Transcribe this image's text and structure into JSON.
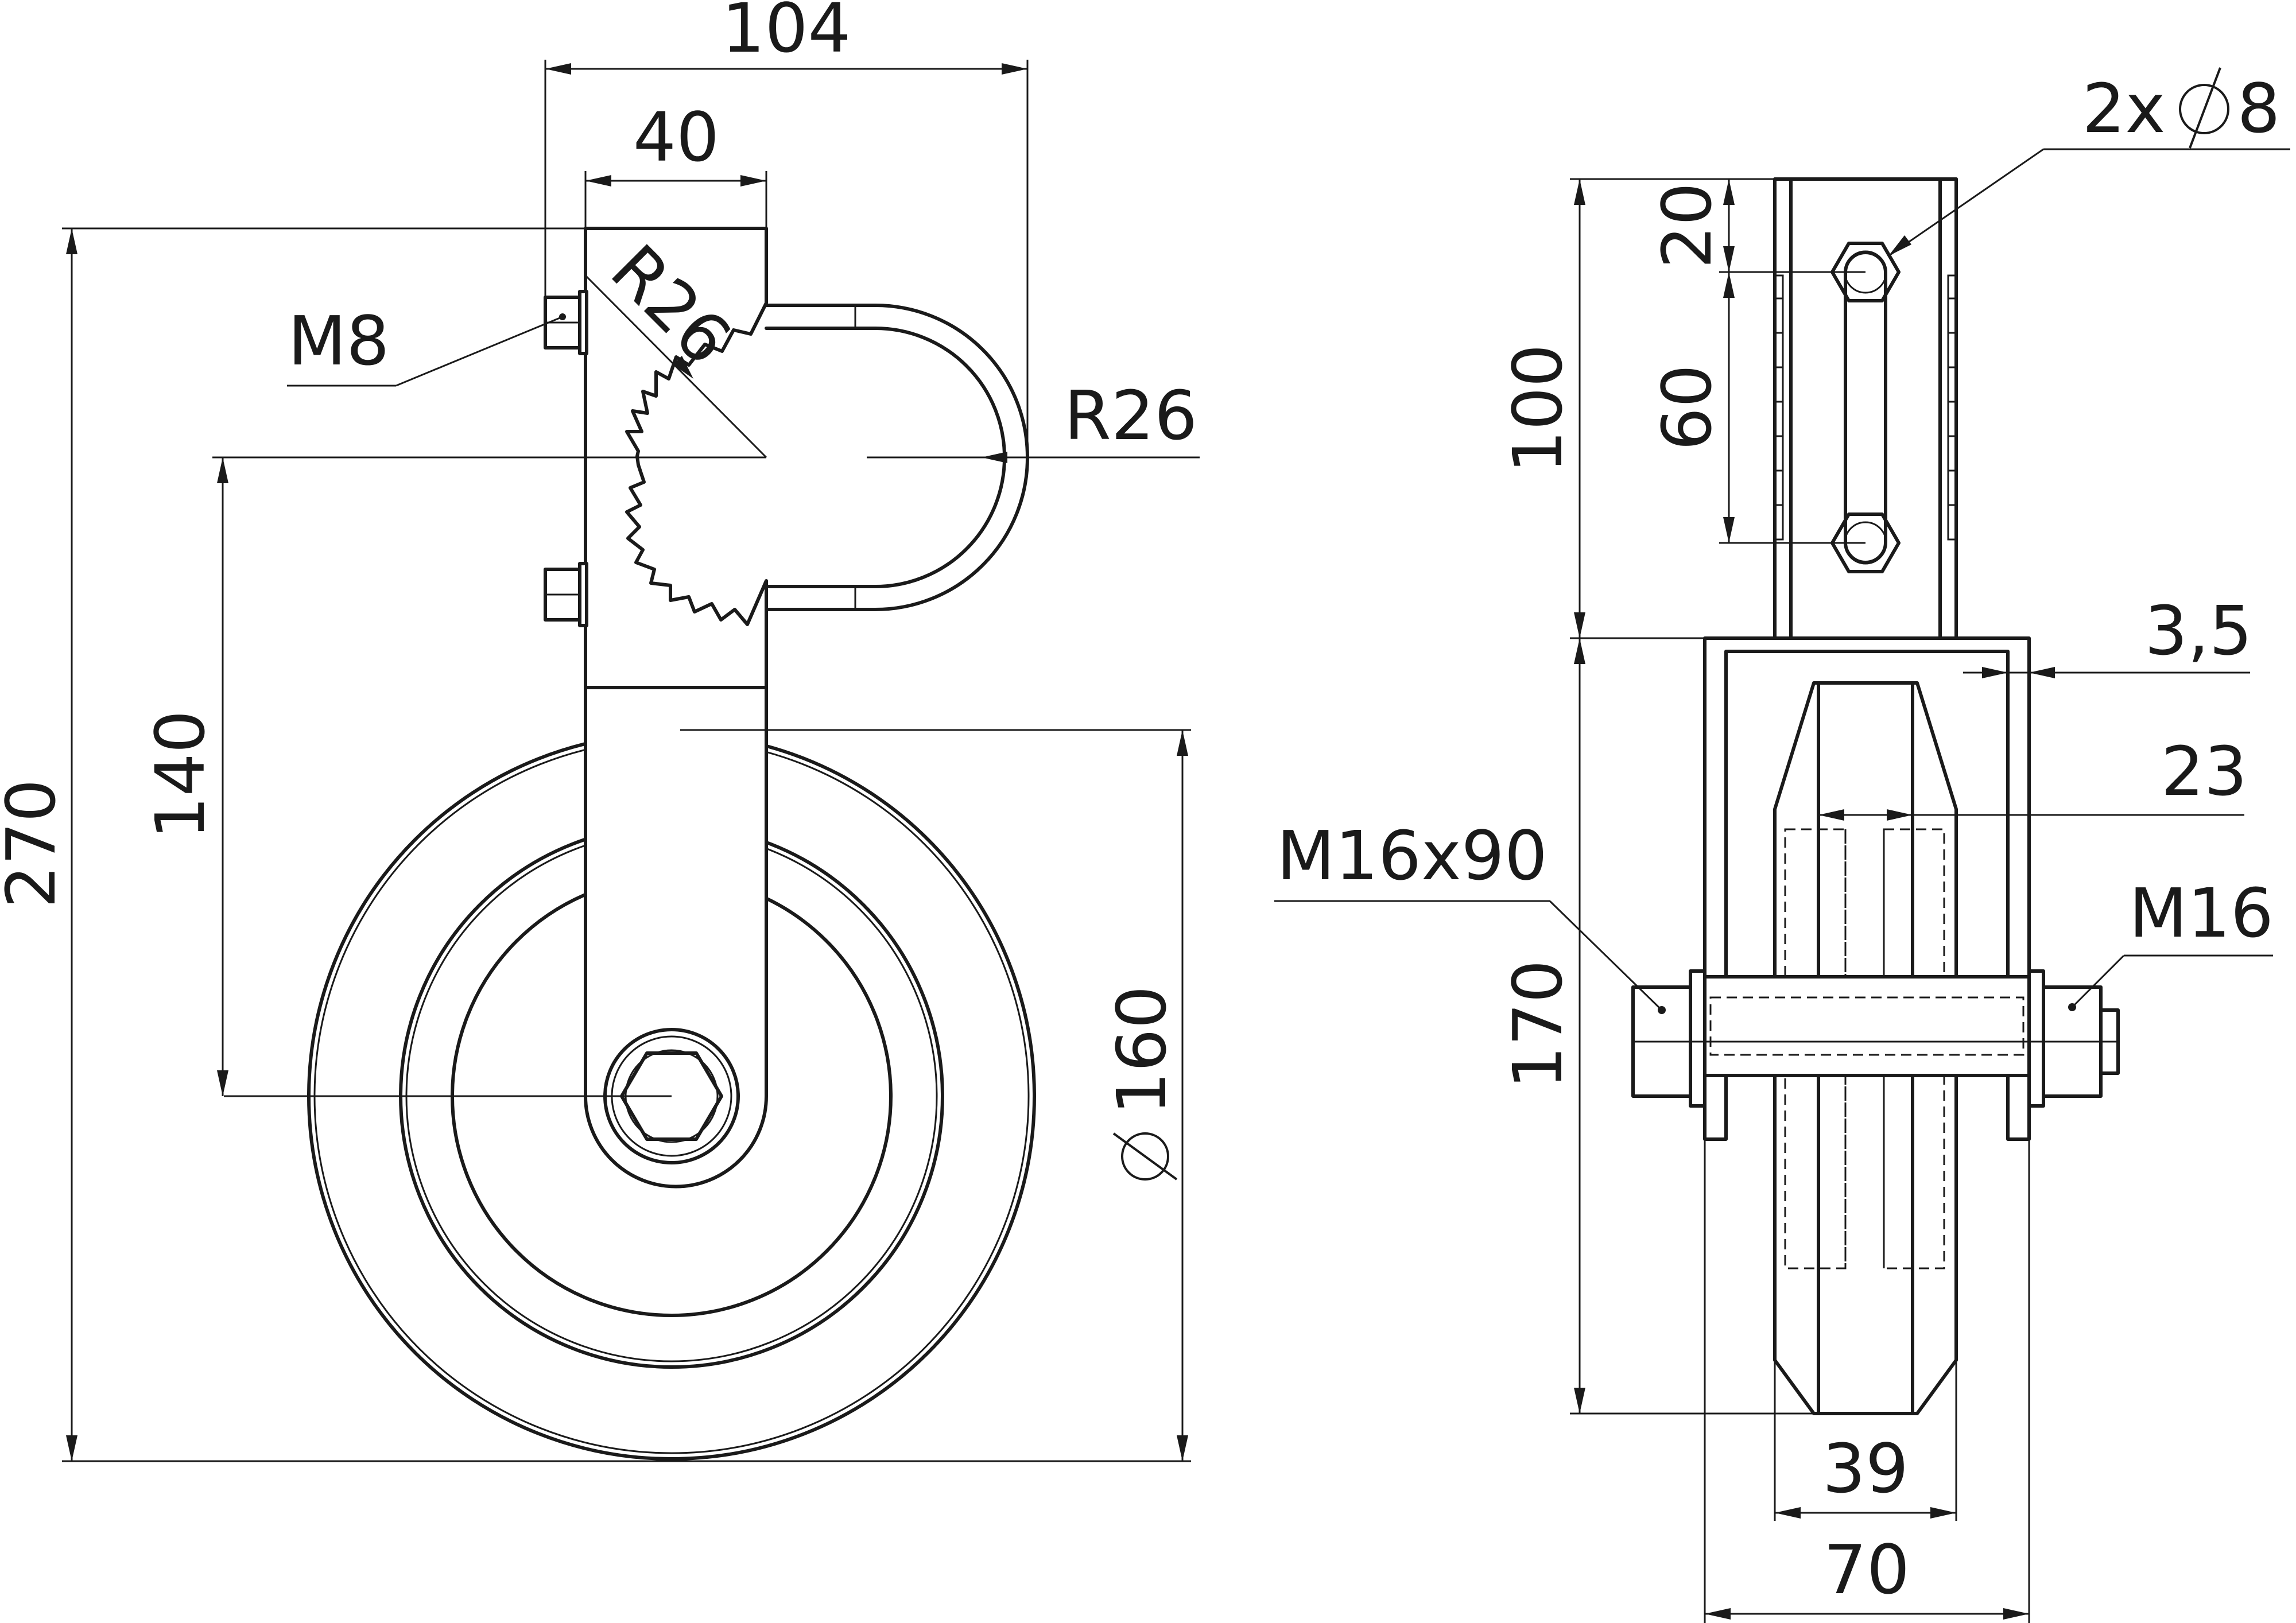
{
  "labels": {
    "width_total": "104",
    "tube_width": "40",
    "height_total": "270",
    "m8": "M8",
    "r26_inner": "R26",
    "r26_outer": "R26",
    "h140": "140",
    "d160": "160",
    "slot_qty": "2x",
    "slot_dia": "8",
    "h20": "20",
    "h100": "100",
    "h60": "60",
    "t35": "3,5",
    "w23": "23",
    "bolt": "M16x90",
    "nut": "M16",
    "h170": "170",
    "w39": "39",
    "w70": "70"
  },
  "icons": {
    "diameter_symbol": "diameter-symbol-icon"
  },
  "colors": {
    "line": "#1a1a1a",
    "background": "#ffffff"
  }
}
